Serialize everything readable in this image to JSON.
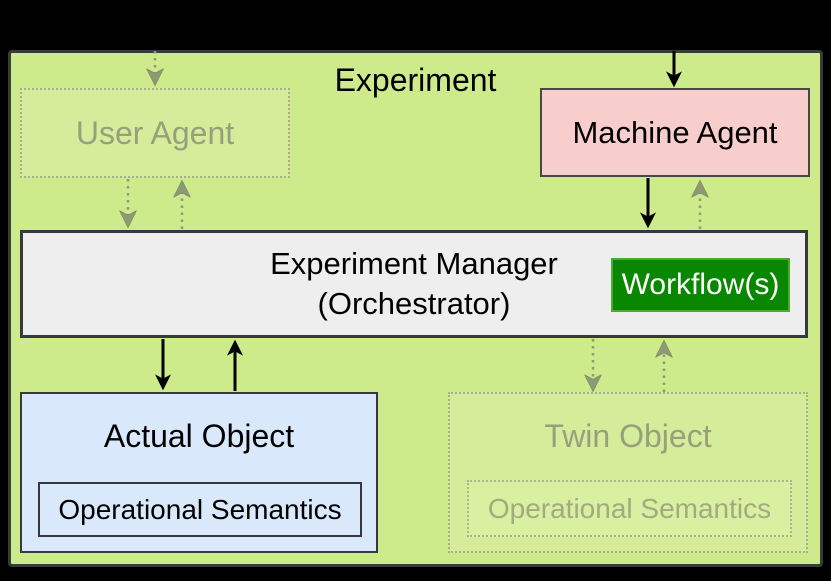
{
  "diagram": {
    "title": "Experiment",
    "nodes": {
      "user_agent": {
        "label": "User Agent",
        "state": "inactive"
      },
      "machine_agent": {
        "label": "Machine Agent",
        "state": "active"
      },
      "experiment_manager": {
        "line1": "Experiment Manager",
        "line2": "(Orchestrator)"
      },
      "workflow": {
        "label": "Workflow(s)"
      },
      "actual_object": {
        "label": "Actual Object",
        "operational_semantics": "Operational Semantics"
      },
      "twin_object": {
        "label": "Twin Object",
        "state": "inactive",
        "operational_semantics": "Operational Semantics"
      }
    },
    "arrows": [
      {
        "from": "outside-top",
        "to": "user_agent",
        "style": "dotted-faded",
        "direction": "down"
      },
      {
        "from": "outside-top",
        "to": "machine_agent",
        "style": "solid",
        "direction": "down"
      },
      {
        "from": "user_agent",
        "to": "experiment_manager",
        "style": "dotted-faded",
        "direction": "down"
      },
      {
        "from": "experiment_manager",
        "to": "user_agent",
        "style": "dotted-faded",
        "direction": "up"
      },
      {
        "from": "machine_agent",
        "to": "experiment_manager",
        "style": "solid",
        "direction": "down"
      },
      {
        "from": "experiment_manager",
        "to": "machine_agent",
        "style": "dotted-faded",
        "direction": "up"
      },
      {
        "from": "experiment_manager",
        "to": "actual_object",
        "style": "solid",
        "direction": "down"
      },
      {
        "from": "actual_object",
        "to": "experiment_manager",
        "style": "solid",
        "direction": "up"
      },
      {
        "from": "experiment_manager",
        "to": "twin_object",
        "style": "dotted-faded",
        "direction": "down"
      },
      {
        "from": "twin_object",
        "to": "experiment_manager",
        "style": "dotted-faded",
        "direction": "up"
      }
    ],
    "colors": {
      "page_background": "#000000",
      "experiment_fill": "#cdeb8b",
      "experiment_border": "#383d36",
      "inactive_fill": "#d5ec9b",
      "inactive_border": "#a6ae8e",
      "inactive_text": "#96a17b",
      "machine_agent_fill": "#f8cecc",
      "manager_fill": "#eeeeee",
      "workflow_fill": "#0a8700",
      "workflow_border": "#50a733",
      "workflow_text": "#ffffff",
      "actual_object_fill": "#d9e9fb",
      "solid_arrow": "#000000",
      "faded_arrow": "#8e9a74"
    }
  }
}
